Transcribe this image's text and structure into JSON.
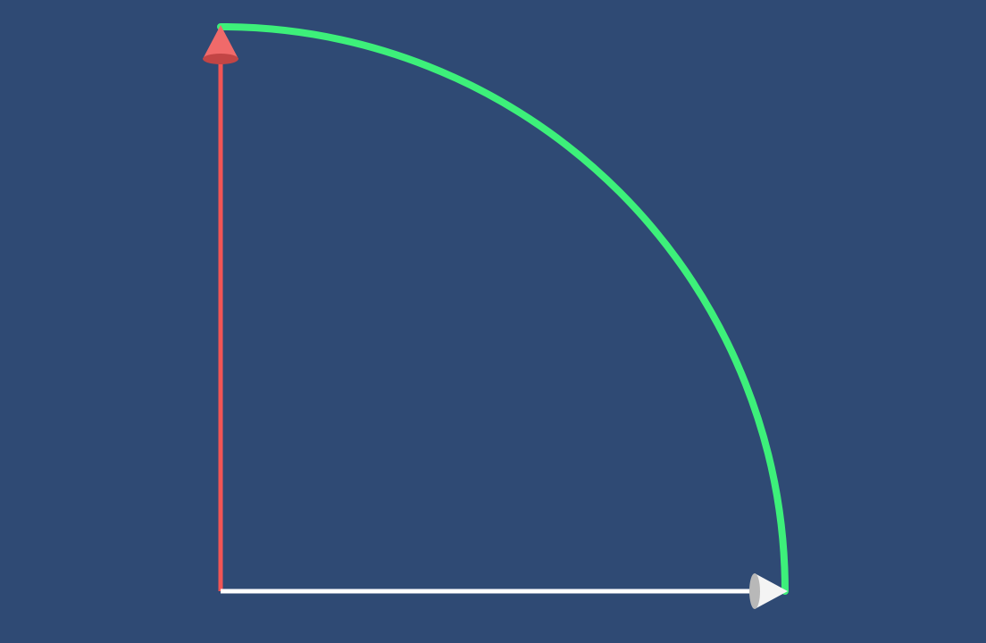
{
  "scene": {
    "background_color": "#2f4a74",
    "vectors": [
      {
        "name": "vertical-vector",
        "color": "#f25555",
        "head_color": "#f06a6a",
        "head_shade": "#c24545",
        "direction": "up",
        "icon": "cone-arrowhead"
      },
      {
        "name": "horizontal-vector",
        "color": "#ffffff",
        "head_color": "#f4f4f4",
        "head_shade": "#b8b8b8",
        "direction": "right",
        "icon": "cone-arrowhead"
      }
    ],
    "arc": {
      "name": "rotation-arc",
      "color": "#3df07a",
      "sweep_degrees": 90
    }
  }
}
